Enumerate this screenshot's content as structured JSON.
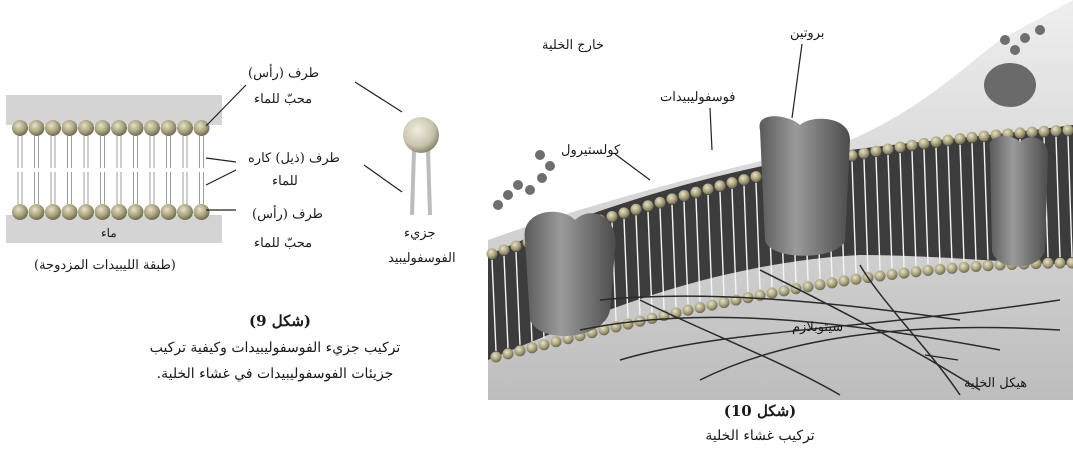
{
  "fig9": {
    "labels": {
      "head_top": "طرف (رأس)",
      "hydrophilic_top": "محبّ للماء",
      "tail": "طرف (ذيل) كاره",
      "tail_hydrophobic": "للماء",
      "head_bottom": "طرف (رأس)",
      "hydrophilic_bottom": "محبّ للماء",
      "water": "ماء",
      "bilayer": "(طبقة الليبيدات المزدوجة)",
      "molecule_line1": "جزيء",
      "molecule_line2": "الفوسفوليبيد"
    },
    "caption": {
      "number": "(شكل 9)",
      "line1": "تركيب جزيء الفوسفوليبيدات وكيفية تركيب",
      "line2": "جزيئات الفوسفوليبيدات في غشاء الخلية."
    }
  },
  "fig10": {
    "labels": {
      "outside": "خارج الخلية",
      "protein": "بروتين",
      "phospholipids": "فوسفوليبيدات",
      "cholesterol": "كولستيرول",
      "cytoplasm": "سيتوبلازم",
      "cytoskeleton": "هيكل الخلية"
    },
    "caption": {
      "number": "(شكل 10)",
      "line1": "تركيب غشاء الخلية"
    }
  }
}
